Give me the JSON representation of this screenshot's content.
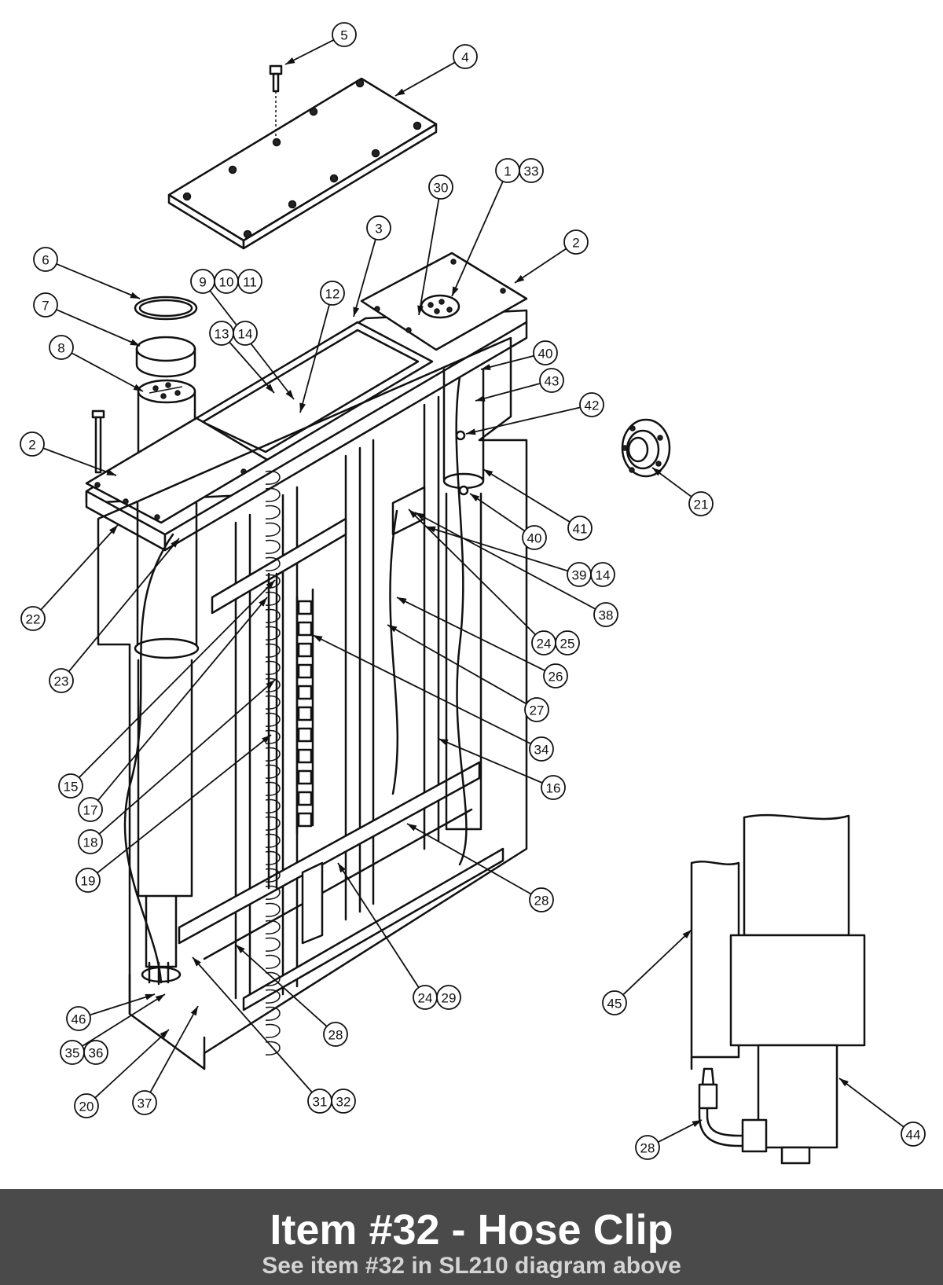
{
  "callouts": [
    {
      "id": "c5",
      "labels": [
        "5"
      ]
    },
    {
      "id": "c4",
      "labels": [
        "4"
      ]
    },
    {
      "id": "c1-33",
      "labels": [
        "1",
        "33"
      ]
    },
    {
      "id": "c30",
      "labels": [
        "30"
      ]
    },
    {
      "id": "c3",
      "labels": [
        "3"
      ]
    },
    {
      "id": "c2-top",
      "labels": [
        "2"
      ]
    },
    {
      "id": "c6",
      "labels": [
        "6"
      ]
    },
    {
      "id": "c7",
      "labels": [
        "7"
      ]
    },
    {
      "id": "c9-10-11",
      "labels": [
        "9",
        "10",
        "11"
      ]
    },
    {
      "id": "c12",
      "labels": [
        "12"
      ]
    },
    {
      "id": "c13-14",
      "labels": [
        "13",
        "14"
      ]
    },
    {
      "id": "c8",
      "labels": [
        "8"
      ]
    },
    {
      "id": "c40a",
      "labels": [
        "40"
      ]
    },
    {
      "id": "c43",
      "labels": [
        "43"
      ]
    },
    {
      "id": "c42",
      "labels": [
        "42"
      ]
    },
    {
      "id": "c2-left",
      "labels": [
        "2"
      ]
    },
    {
      "id": "c21",
      "labels": [
        "21"
      ]
    },
    {
      "id": "c41",
      "labels": [
        "41"
      ]
    },
    {
      "id": "c40b",
      "labels": [
        "40"
      ]
    },
    {
      "id": "c39-14",
      "labels": [
        "39",
        "14"
      ]
    },
    {
      "id": "c22",
      "labels": [
        "22"
      ]
    },
    {
      "id": "c38",
      "labels": [
        "38"
      ]
    },
    {
      "id": "c24-25",
      "labels": [
        "24",
        "25"
      ]
    },
    {
      "id": "c26",
      "labels": [
        "26"
      ]
    },
    {
      "id": "c23",
      "labels": [
        "23"
      ]
    },
    {
      "id": "c27",
      "labels": [
        "27"
      ]
    },
    {
      "id": "c34",
      "labels": [
        "34"
      ]
    },
    {
      "id": "c15",
      "labels": [
        "15"
      ]
    },
    {
      "id": "c16",
      "labels": [
        "16"
      ]
    },
    {
      "id": "c17",
      "labels": [
        "17"
      ]
    },
    {
      "id": "c18",
      "labels": [
        "18"
      ]
    },
    {
      "id": "c19",
      "labels": [
        "19"
      ]
    },
    {
      "id": "c28a",
      "labels": [
        "28"
      ]
    },
    {
      "id": "c24-29",
      "labels": [
        "24",
        "29"
      ]
    },
    {
      "id": "c45",
      "labels": [
        "45"
      ]
    },
    {
      "id": "c46",
      "labels": [
        "46"
      ]
    },
    {
      "id": "c28b",
      "labels": [
        "28"
      ]
    },
    {
      "id": "c35-36",
      "labels": [
        "35",
        "36"
      ]
    },
    {
      "id": "c31-32",
      "labels": [
        "31",
        "32"
      ]
    },
    {
      "id": "c20",
      "labels": [
        "20"
      ]
    },
    {
      "id": "c37",
      "labels": [
        "37"
      ]
    },
    {
      "id": "c44",
      "labels": [
        "44"
      ]
    },
    {
      "id": "c28c",
      "labels": [
        "28"
      ]
    }
  ],
  "footer": {
    "title": "Item #32 - Hose Clip",
    "subtitle": "See item #32 in SL210 diagram above"
  }
}
